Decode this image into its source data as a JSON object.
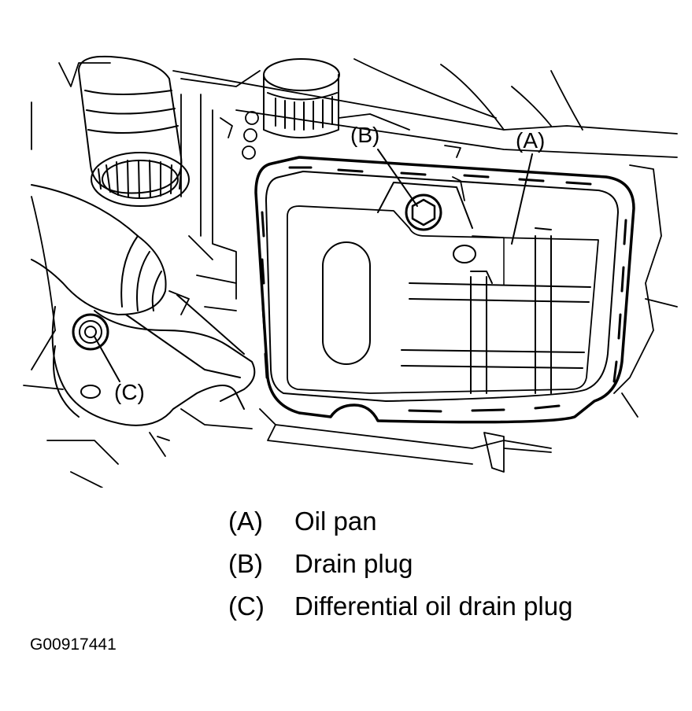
{
  "callouts": {
    "a": "(A)",
    "b": "(B)",
    "c": "(C)"
  },
  "legend": [
    {
      "key": "(A)",
      "text": "Oil pan"
    },
    {
      "key": "(B)",
      "text": "Drain plug"
    },
    {
      "key": "(C)",
      "text": "Differential oil drain plug"
    }
  ],
  "figure_id": "G00917441"
}
